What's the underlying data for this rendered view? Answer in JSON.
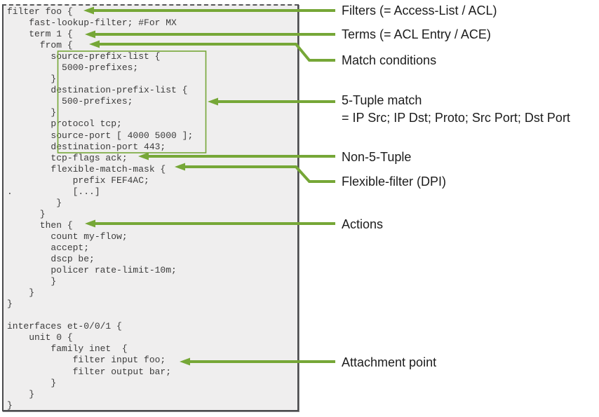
{
  "colors": {
    "arrow_green": "#76A737",
    "code_background": "#EFEEEE",
    "code_border": "#4A4A4C",
    "label_text": "#1C1C1C",
    "code_text": "#3B3B3B"
  },
  "code": {
    "lines": [
      "filter foo {",
      "    fast-lookup-filter; #For MX",
      "    term 1 {",
      "      from {",
      "        source-prefix-list {",
      "          5000-prefixes;",
      "        }",
      "        destination-prefix-list {",
      "          500-prefixes;",
      "        }",
      "        protocol tcp;",
      "        source-port [ 4000 5000 ];",
      "        destination-port 443;",
      "        tcp-flags ack;",
      "        flexible-match-mask {",
      "            prefix FEF4AC;",
      ".           [...]",
      "         }",
      "      }",
      "      then {",
      "        count my-flow;",
      "        accept;",
      "        dscp be;",
      "        policer rate-limit-10m;",
      "        }",
      "    }",
      "}",
      "",
      "interfaces et-0/0/1 {",
      "    unit 0 {",
      "        family inet  {",
      "            filter input foo;",
      "            filter output bar;",
      "        }",
      "    }",
      "}"
    ]
  },
  "annotations": [
    {
      "id": "filters",
      "label": "Filters (= Access-List / ACL)"
    },
    {
      "id": "terms",
      "label": "Terms (= ACL Entry / ACE)"
    },
    {
      "id": "match-conditions",
      "label": "Match conditions"
    },
    {
      "id": "five-tuple",
      "label": "5-Tuple match",
      "label2": "= IP Src; IP Dst; Proto; Src Port; Dst Port"
    },
    {
      "id": "non-5-tuple",
      "label": "Non-5-Tuple"
    },
    {
      "id": "flexible-filter",
      "label": "Flexible-filter (DPI)"
    },
    {
      "id": "actions",
      "label": "Actions"
    },
    {
      "id": "attachment-point",
      "label": "Attachment point"
    }
  ]
}
